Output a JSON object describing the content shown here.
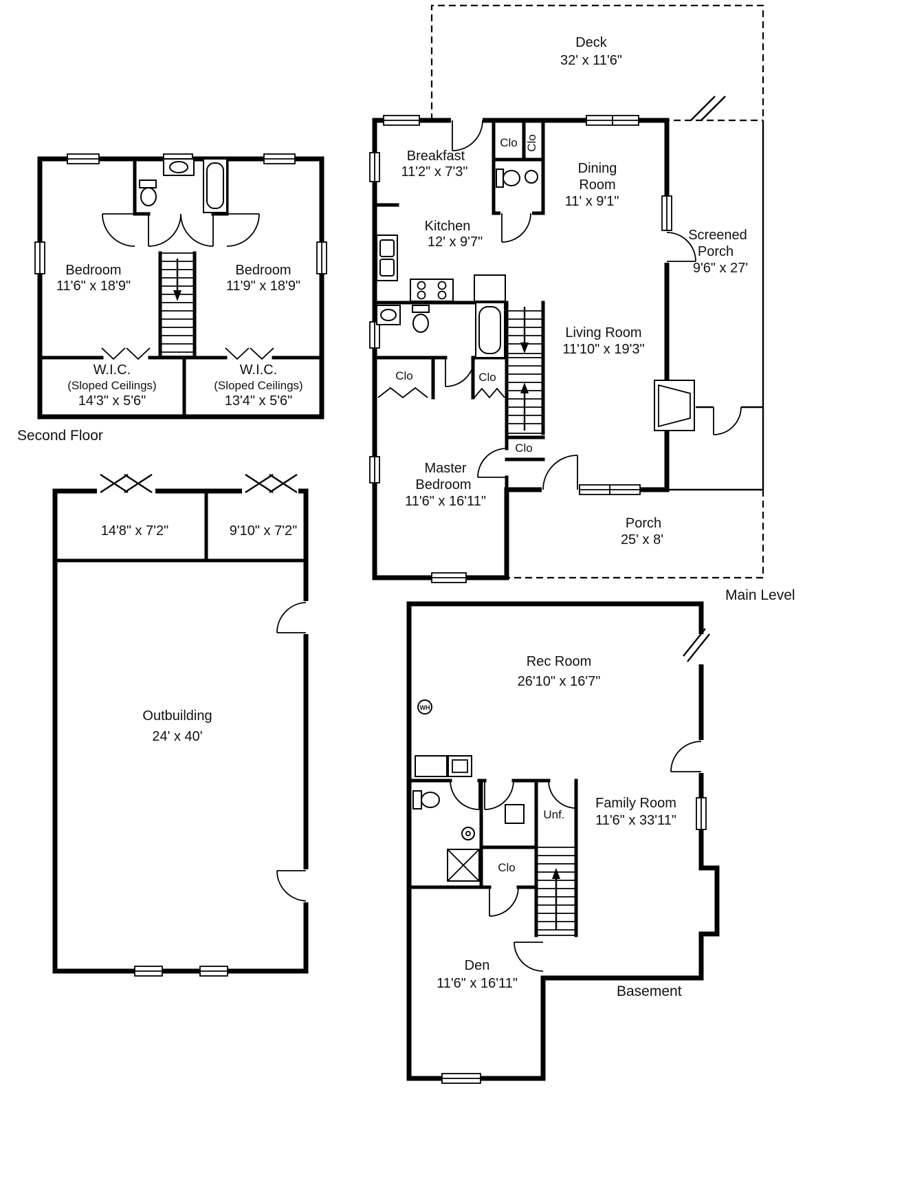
{
  "floors": {
    "second": {
      "title": "Second Floor",
      "bedroom_left": {
        "name": "Bedroom",
        "dims": "11'6\" x 18'9\""
      },
      "bedroom_right": {
        "name": "Bedroom",
        "dims": "11'9\" x 18'9\""
      },
      "wic_left": {
        "name": "W.I.C.",
        "note": "(Sloped Ceilings)",
        "dims": "14'3\" x 5'6\""
      },
      "wic_right": {
        "name": "W.I.C.",
        "note": "(Sloped Ceilings)",
        "dims": "13'4\" x 5'6\""
      }
    },
    "main": {
      "title": "Main Level",
      "deck": {
        "name": "Deck",
        "dims": "32' x 11'6\""
      },
      "breakfast": {
        "name": "Breakfast",
        "dims": "11'2\" x 7'3\""
      },
      "dining": {
        "line1": "Dining",
        "line2": "Room",
        "dims": "11' x 9'1\""
      },
      "kitchen": {
        "name": "Kitchen",
        "dims": "12' x 9'7\""
      },
      "screened_porch": {
        "line1": "Screened",
        "line2": "Porch",
        "dims": "9'6\" x 27'"
      },
      "living": {
        "name": "Living Room",
        "dims": "11'10\" x 19'3\""
      },
      "master": {
        "line1": "Master",
        "line2": "Bedroom",
        "dims": "11'6\" x 16'11\""
      },
      "porch": {
        "name": "Porch",
        "dims": "25' x 8'"
      },
      "closet_a": "Clo",
      "closet_b": "Clo",
      "closet_c": "Clo",
      "closet_d": "Clo",
      "closet_e": "Clo"
    },
    "outbuilding": {
      "room_left_dims": "14'8\" x 7'2\"",
      "room_right_dims": "9'10\" x 7'2\"",
      "name": "Outbuilding",
      "dims": "24' x 40'"
    },
    "basement": {
      "title": "Basement",
      "rec": {
        "name": "Rec Room",
        "dims": "26'10\" x 16'7\""
      },
      "family": {
        "name": "Family Room",
        "dims": "11'6\" x 33'11\""
      },
      "den": {
        "name": "Den",
        "dims": "11'6\" x 16'11\""
      },
      "unf": "Unf.",
      "closet": "Clo",
      "water_heater": "WH"
    }
  }
}
